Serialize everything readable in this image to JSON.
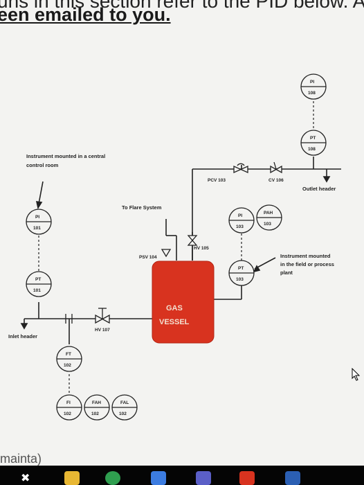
{
  "header": {
    "line1": "uns in this section refer to the PID below. A larg",
    "line2": "een emailed to you."
  },
  "diagram": {
    "vessel_label_1": "GAS",
    "vessel_label_2": "VESSEL",
    "vessel_color": "#d8331f",
    "note_central_1": "Instrument mounted in a central",
    "note_central_2": "control room",
    "note_field_1": "Instrument mounted",
    "note_field_2": "in the field or process",
    "note_field_3": "plant",
    "flare_label": "To Flare System",
    "outlet_label": "Outlet header",
    "inlet_label": "Inlet header",
    "pcv_label": "PCV 103",
    "cv_label": "CV 106",
    "psv_label": "PSV 104",
    "hv105_label": "HV 105",
    "hv107_label": "HV 107",
    "pi108": {
      "top": "PI",
      "bottom": "108"
    },
    "pt108": {
      "top": "PT",
      "bottom": "108"
    },
    "pi101": {
      "top": "PI",
      "bottom": "101"
    },
    "pt101": {
      "top": "PT",
      "bottom": "101"
    },
    "pi103": {
      "top": "PI",
      "bottom": "103"
    },
    "pah103": {
      "top": "PAH",
      "bottom": "103"
    },
    "pt103": {
      "top": "PT",
      "bottom": "103"
    },
    "ft102": {
      "top": "FT",
      "bottom": "102"
    },
    "fi102": {
      "top": "FI",
      "bottom": "102"
    },
    "fah102": {
      "top": "FAH",
      "bottom": "102"
    },
    "fal102": {
      "top": "FAL",
      "bottom": "102"
    }
  },
  "footer_partial": "mainta)"
}
